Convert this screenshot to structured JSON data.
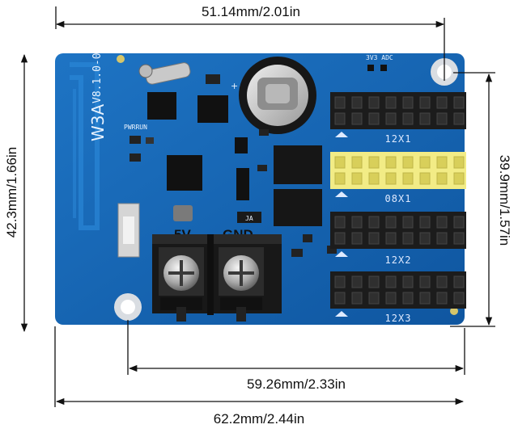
{
  "dimensions": {
    "top_width": "51.14mm/2.01in",
    "inner_width": "59.26mm/2.33in",
    "overall_width": "62.2mm/2.44in",
    "left_height": "42.3mm/1.66in",
    "right_height": "39.9mm/1.57in"
  },
  "board": {
    "model": "W3A",
    "version": "V8.1.0-0",
    "pwr_run_label": "PWRRUN",
    "adc_label": "3V3 ADC",
    "ja_label": "JA",
    "terminal_5v": "5V",
    "terminal_gnd": "GND",
    "headers": [
      "12X1",
      "08X1",
      "12X2",
      "12X3"
    ],
    "colors": {
      "pcb": "#1565b4",
      "header_black": "#1c1c1c",
      "header_yellow": "#f2ec86",
      "terminal": "#1a1a1a"
    }
  }
}
